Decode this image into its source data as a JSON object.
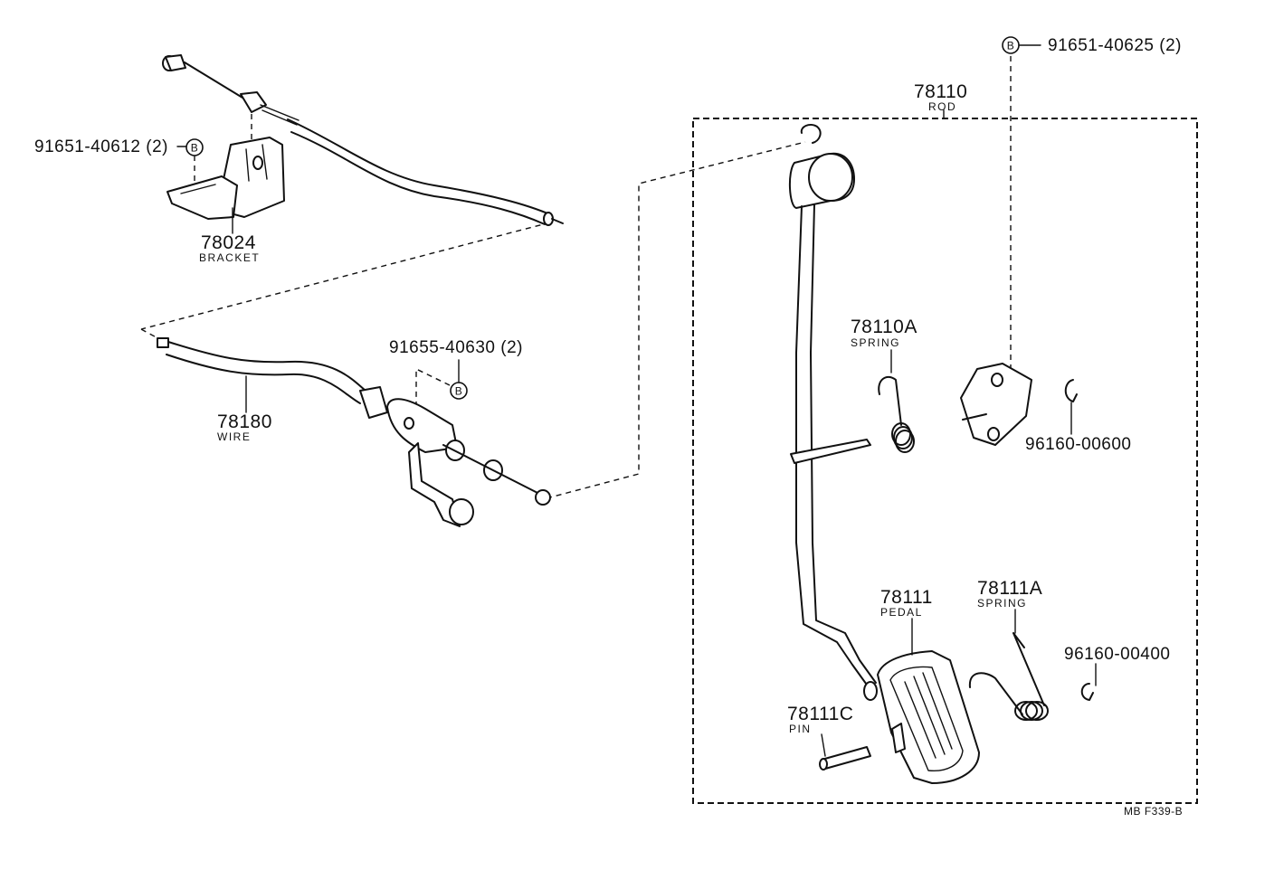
{
  "parts": {
    "rod": {
      "number": "78110",
      "name": "ROD"
    },
    "bracket": {
      "number": "78024",
      "name": "BRACKET"
    },
    "wire": {
      "number": "78180",
      "name": "WIRE"
    },
    "spring_a": {
      "number": "78110A",
      "name": "SPRING"
    },
    "pedal": {
      "number": "78111",
      "name": "PEDAL"
    },
    "spring_b": {
      "number": "78111A",
      "name": "SPRING"
    },
    "pin": {
      "number": "78111C",
      "name": "PIN"
    },
    "bolt_bracket": {
      "number": "91651-40612 (2)",
      "marker": "B"
    },
    "bolt_rod": {
      "number": "91651-40625 (2)",
      "marker": "B"
    },
    "bolt_wire": {
      "number": "91655-40630 (2)",
      "marker": "B"
    },
    "clip_upper": {
      "number": "96160-00600"
    },
    "clip_lower": {
      "number": "96160-00400"
    }
  },
  "diagram_code": "MB F339-B"
}
